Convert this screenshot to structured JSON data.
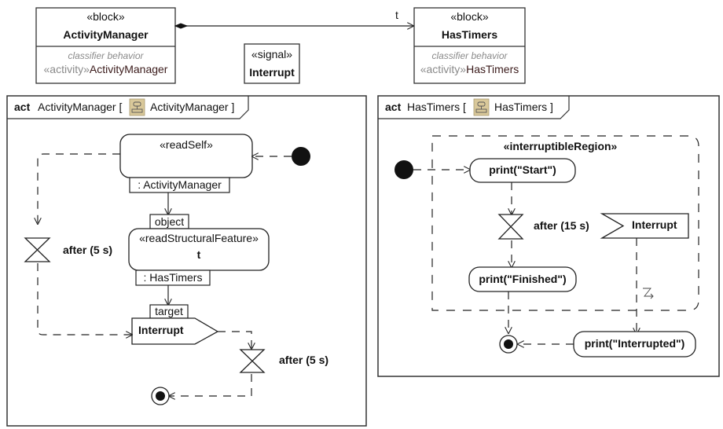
{
  "blocks": {
    "activity_manager": {
      "stereotype": "«block»",
      "name": "ActivityManager",
      "compartment_label": "classifier behavior",
      "behavior_stereotype": "«activity»",
      "behavior_name": "ActivityManager"
    },
    "has_timers": {
      "stereotype": "«block»",
      "name": "HasTimers",
      "compartment_label": "classifier behavior",
      "behavior_stereotype": "«activity»",
      "behavior_name": "HasTimers"
    },
    "signal": {
      "stereotype": "«signal»",
      "name": "Interrupt"
    },
    "association_role": "t"
  },
  "left_diagram": {
    "kind": "act",
    "name": "ActivityManager [",
    "context_name": "ActivityManager ]",
    "icon": "activity-diagram-icon",
    "read_self": {
      "stereotype": "«readSelf»",
      "output_pin": ": ActivityManager"
    },
    "read_feature": {
      "input_pin": "object",
      "stereotype": "«readStructuralFeature»",
      "feature": "t",
      "output_pin": ": HasTimers"
    },
    "send_signal": {
      "input_pin": "target",
      "label": "Interrupt"
    },
    "timer_left": "after (5 s)",
    "timer_right": "after (5 s)"
  },
  "right_diagram": {
    "kind": "act",
    "name": "HasTimers [",
    "context_name": "HasTimers ]",
    "icon": "activity-diagram-icon",
    "region_label": "«interruptibleRegion»",
    "action_start": "print(\"Start\")",
    "timer": "after (15 s)",
    "accept_signal": "Interrupt",
    "action_finished": "print(\"Finished\")",
    "action_interrupted": "print(\"Interrupted\")"
  },
  "colors": {
    "line": "#222222",
    "gray_text": "#8a8a8a",
    "icon_fill": "#d9c89a"
  }
}
